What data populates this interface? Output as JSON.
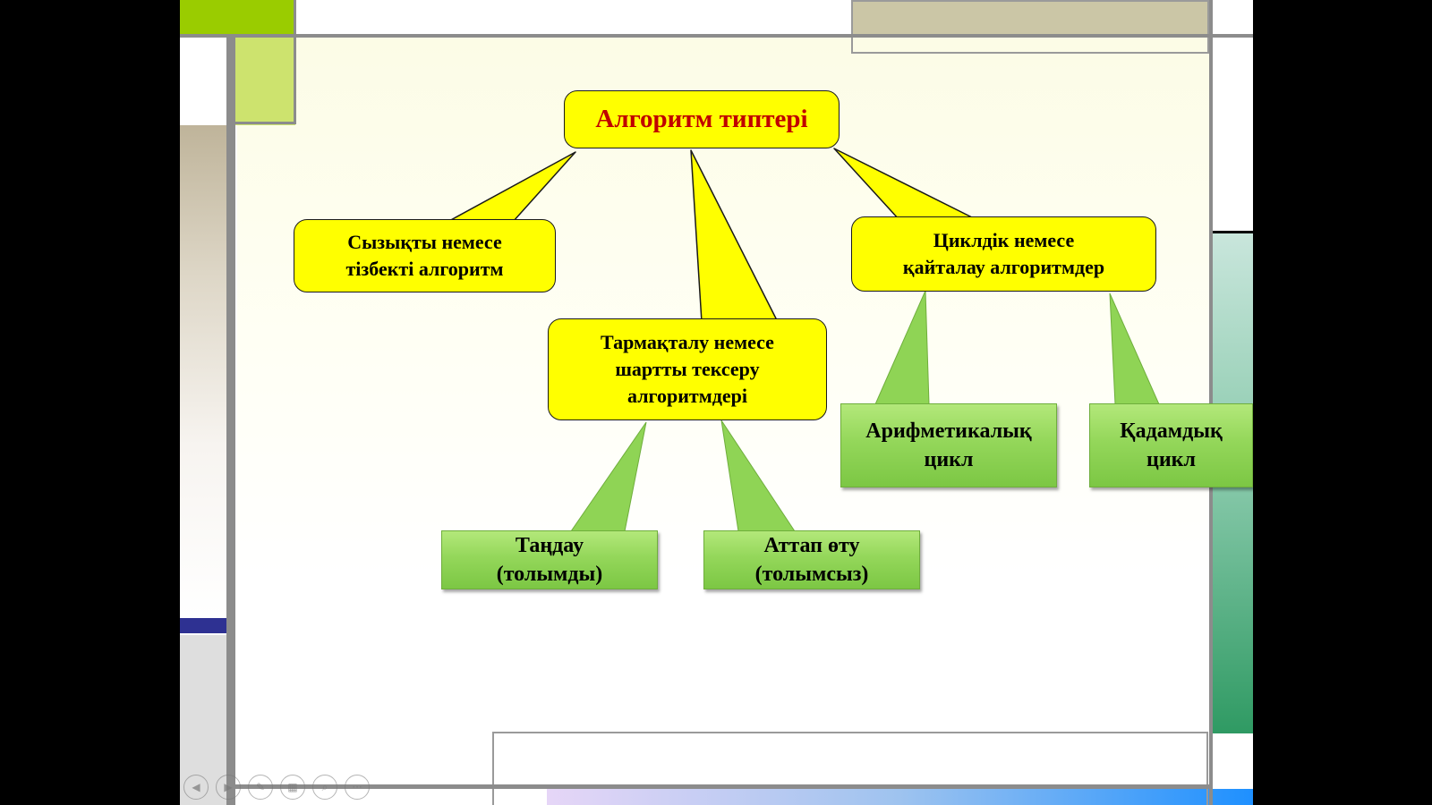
{
  "diagram": {
    "root": "Алгоритм типтері",
    "linear": "Сызықты немесе\nтізбекті алгоритм",
    "branching": "Тармақталу немесе\nшартты тексеру\nалгоритмдері",
    "cyclic": "Циклдік немесе\nқайталау алгоритмдер",
    "choice_full": "Таңдау\n(толымды)",
    "skip_partial": "Аттап өту\n(толымсыз)",
    "arithmetic_cycle": "Арифметикалық\nцикл",
    "step_cycle": "Қадамдық\nцикл"
  },
  "colors": {
    "callout_yellow": "#ffff00",
    "callout_green": "#92d050",
    "root_text": "#c00000"
  },
  "controls": {
    "prev_icon": "chevron-left-icon",
    "next_icon": "chevron-right-icon",
    "pen_icon": "pen-icon",
    "slides_icon": "slides-grid-icon",
    "zoom_icon": "zoom-icon",
    "more_icon": "more-icon",
    "more_glyph": "···"
  }
}
